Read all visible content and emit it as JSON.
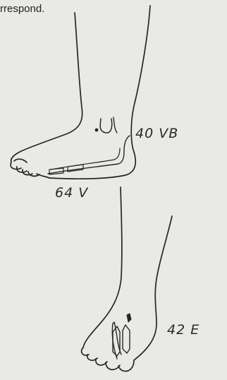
{
  "caption": "rrespond.",
  "labels": {
    "upper_ankle": "40 VB",
    "upper_toe": "64 V",
    "lower_instep": "42 E"
  }
}
